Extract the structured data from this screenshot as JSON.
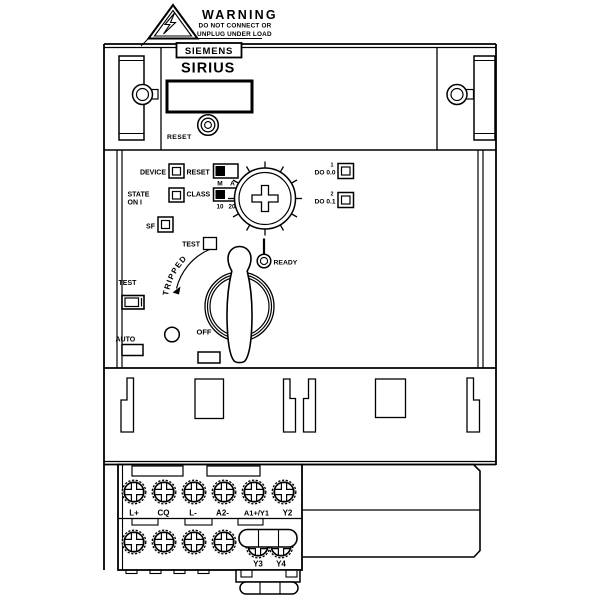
{
  "warning_label": {
    "title": "WARNING",
    "line1": "DO NOT CONNECT OR",
    "line2": "UNPLUG UNDER LOAD"
  },
  "branding": {
    "logo": "SIEMENS",
    "product": "SIRIUS"
  },
  "top_panel": {
    "reset_label": "RESET"
  },
  "control_panel": {
    "leds": [
      {
        "label": "DEVICE"
      },
      {
        "label": "STATE",
        "sublabel": "ON I"
      },
      {
        "label": "SF"
      }
    ],
    "reset_switch": {
      "label": "RESET",
      "positions": [
        "M",
        "A"
      ]
    },
    "class_switch": {
      "label": "CLASS",
      "positions": [
        "10",
        "20"
      ]
    },
    "outputs": [
      {
        "label": "DO 0.0",
        "footnote": "1"
      },
      {
        "label": "DO 0.1",
        "footnote": "2"
      }
    ],
    "test_top_label": "TEST",
    "tripped_label": "TRIPPED",
    "ready_label": "READY",
    "off_label": "OFF",
    "test_left_label": "TEST",
    "auto_label": "AUTO"
  },
  "terminals": {
    "row1": [
      "L+",
      "CQ",
      "L-",
      "A2-",
      "A1+/Y1",
      "Y2"
    ],
    "row2": [
      "Y3",
      "Y4"
    ]
  },
  "colors": {
    "line": "#000000",
    "background": "#ffffff"
  }
}
